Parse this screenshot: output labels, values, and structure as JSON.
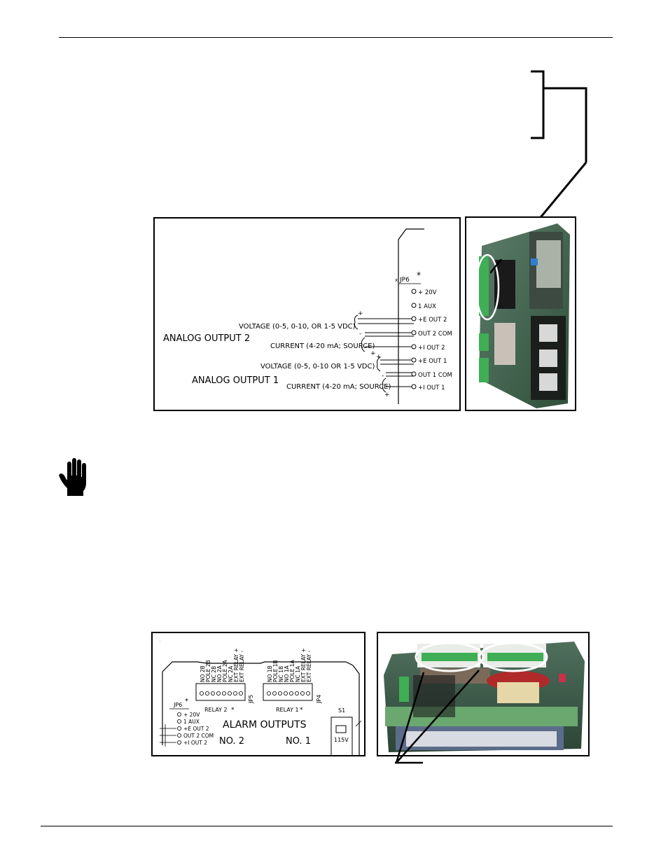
{
  "figure_analog": {
    "jp6_label": "JP6",
    "jp6_asterisk": "*",
    "small_x": "x",
    "terminals": [
      "+ 20V",
      "1 AUX",
      "+E OUT 2",
      "OUT 2 COM",
      "+I OUT 2",
      "+E OUT 1",
      "OUT 1 COM",
      "+I OUT 1"
    ],
    "voltage_2": "VOLTAGE (0-5, 0-10, OR 1-5 VDC)",
    "current_2": "CURRENT (4-20 mA; SOURCE)",
    "analog_output_2": "ANALOG OUTPUT 2",
    "voltage_1": "VOLTAGE (0-5, 0-10 OR 1-5 VDC)",
    "current_1": "CURRENT (4-20 mA; SOURCE)",
    "analog_output_1": "ANALOG OUTPUT 1",
    "plus": "+",
    "minus": "-"
  },
  "figure_alarm": {
    "relay2_pins": [
      "NO 2B",
      "POLE 2B",
      "NC 2B",
      "NO 2A",
      "POLE 2A",
      "NC 2A",
      "EXT RELAY +",
      "EXT RELAY -"
    ],
    "relay1_pins": [
      "NO 1B",
      "POLE 1B",
      "NC 1B",
      "NO 1A",
      "POLE 1A",
      "NC 1A",
      "EXT RELAY +",
      "EXT RELAY -"
    ],
    "jp5_label": "JP5",
    "jp4_label": "JP4",
    "relay2_label": "RELAY 2",
    "relay1_label": "RELAY 1",
    "asterisk": "*",
    "jp6_label": "JP6",
    "jp6_terminals": [
      "+ 20V",
      "1 AUX",
      "+E OUT 2",
      "OUT 2 COM",
      "+I OUT 2"
    ],
    "title": "ALARM OUTPUTS",
    "no2": "NO. 2",
    "no1": "NO. 1",
    "s1_label": "S1",
    "switch_label": "115V"
  },
  "icons": {
    "stop": "stop-hand-icon"
  }
}
